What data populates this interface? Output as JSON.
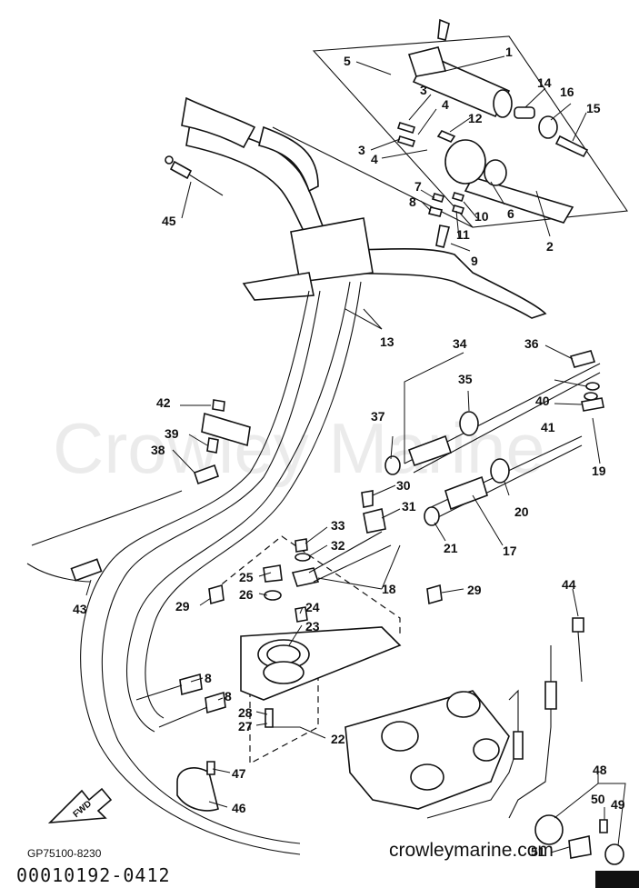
{
  "watermark": "Crowley Marine",
  "footer": {
    "diagram_code": "GP75100-8230",
    "website": "crowleymarine.com",
    "doc_number": "00010192-0412",
    "fwd_label": "FWD"
  },
  "callouts": [
    {
      "id": "c1",
      "text": "1"
    },
    {
      "id": "c2",
      "text": "2"
    },
    {
      "id": "c3a",
      "text": "3"
    },
    {
      "id": "c3b",
      "text": "3"
    },
    {
      "id": "c4a",
      "text": "4"
    },
    {
      "id": "c4b",
      "text": "4"
    },
    {
      "id": "c5",
      "text": "5"
    },
    {
      "id": "c6",
      "text": "6"
    },
    {
      "id": "c7",
      "text": "7"
    },
    {
      "id": "c8",
      "text": "8"
    },
    {
      "id": "c9",
      "text": "9"
    },
    {
      "id": "c10",
      "text": "10"
    },
    {
      "id": "c11",
      "text": "11"
    },
    {
      "id": "c12",
      "text": "12"
    },
    {
      "id": "c13",
      "text": "13"
    },
    {
      "id": "c14",
      "text": "14"
    },
    {
      "id": "c15",
      "text": "15"
    },
    {
      "id": "c16",
      "text": "16"
    },
    {
      "id": "c17",
      "text": "17"
    },
    {
      "id": "c18",
      "text": "18"
    },
    {
      "id": "c19",
      "text": "19"
    },
    {
      "id": "c20",
      "text": "20"
    },
    {
      "id": "c21",
      "text": "21"
    },
    {
      "id": "c22",
      "text": "22"
    },
    {
      "id": "c23",
      "text": "23"
    },
    {
      "id": "c24",
      "text": "24"
    },
    {
      "id": "c25",
      "text": "25"
    },
    {
      "id": "c26",
      "text": "26"
    },
    {
      "id": "c27",
      "text": "27"
    },
    {
      "id": "c28",
      "text": "28"
    },
    {
      "id": "c29a",
      "text": "29"
    },
    {
      "id": "c29b",
      "text": "29"
    },
    {
      "id": "c30",
      "text": "30"
    },
    {
      "id": "c31",
      "text": "31"
    },
    {
      "id": "c32",
      "text": "32"
    },
    {
      "id": "c33",
      "text": "33"
    },
    {
      "id": "c34",
      "text": "34"
    },
    {
      "id": "c35",
      "text": "35"
    },
    {
      "id": "c36",
      "text": "36"
    },
    {
      "id": "c37",
      "text": "37"
    },
    {
      "id": "c38",
      "text": "38"
    },
    {
      "id": "c39",
      "text": "39"
    },
    {
      "id": "c40",
      "text": "40"
    },
    {
      "id": "c41",
      "text": "41"
    },
    {
      "id": "c42",
      "text": "42"
    },
    {
      "id": "c43",
      "text": "43"
    },
    {
      "id": "c44",
      "text": "44"
    },
    {
      "id": "c45",
      "text": "45"
    },
    {
      "id": "c46",
      "text": "46"
    },
    {
      "id": "c47",
      "text": "47"
    },
    {
      "id": "c48",
      "text": "48"
    },
    {
      "id": "c49",
      "text": "49"
    },
    {
      "id": "c50",
      "text": "50"
    },
    {
      "id": "c51",
      "text": "51"
    },
    {
      "id": "c8b",
      "text": "8"
    },
    {
      "id": "c8c",
      "text": "8"
    }
  ]
}
